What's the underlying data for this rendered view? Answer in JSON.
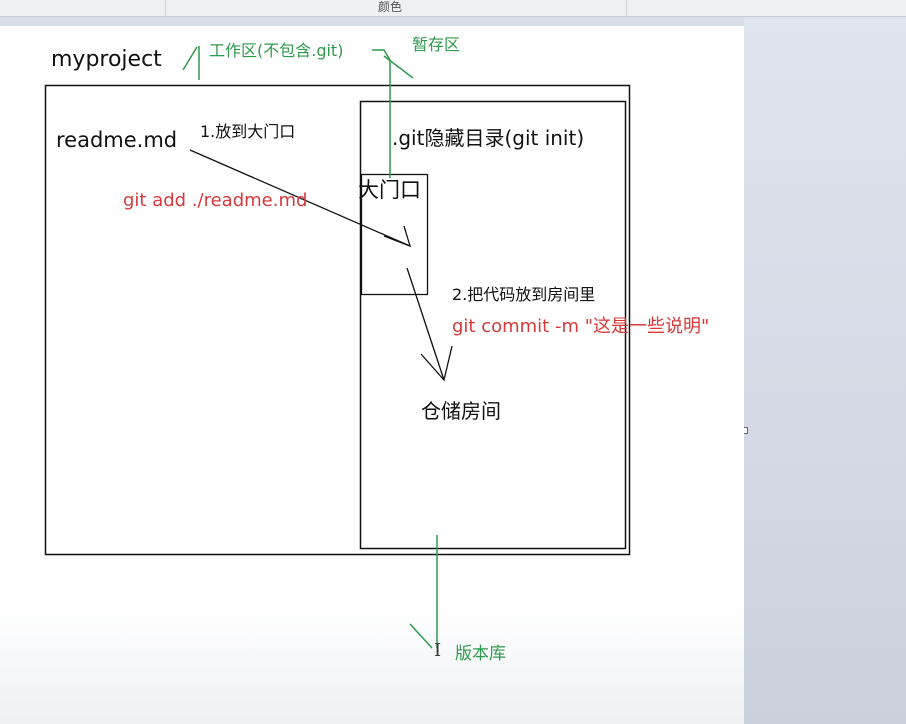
{
  "toolbar": {
    "color_label": "颜色"
  },
  "diagram": {
    "project_label": "myproject",
    "file_label": "readme.md",
    "step1_label": "1.放到大门口",
    "git_add_cmd": "git add ./readme.md",
    "git_dir_label": ".git隐藏目录(git init)",
    "gate_label": "大门口",
    "step2_label": "2.把代码放到房间里",
    "git_commit_cmd": "git commit -m \"这是一些说明\"",
    "storage_label": "仓储房间",
    "workspace_label": "工作区(不包含.git)",
    "staging_label": "暂存区",
    "repo_label": "版本库"
  },
  "colors": {
    "annotation_green": "#2f9a4d",
    "command_red": "#d63a3a",
    "stroke": "#111111"
  }
}
